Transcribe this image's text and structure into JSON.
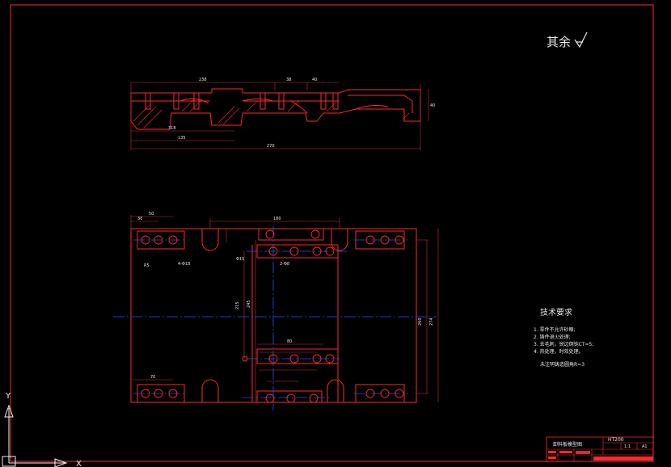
{
  "colors": {
    "background": "#000000",
    "outline": "#ff2a2a",
    "dimension": "#c83232",
    "centerline": "#2f4bff",
    "text": "#e8e8e8",
    "axis": "#f2f2f2"
  },
  "roughness_note": "其余",
  "side_view": {
    "dims": {
      "top_overall": "238",
      "top_mid_a": "38",
      "top_mid_b": "40",
      "bottom_inner": "318",
      "bottom_mid": "135",
      "bottom_total": "270",
      "right_height": "40"
    }
  },
  "plan_view": {
    "dims": {
      "top_left_a": "50",
      "top_left_b": "30",
      "top_center": "180",
      "right_height": "260",
      "right_total": "274",
      "left_height": "245",
      "left_inner": "215",
      "center_plate": "80",
      "bottom_left": "70"
    },
    "hole_notes": [
      "4-Φ18",
      "2-Φ8",
      "Φ15",
      "R5"
    ]
  },
  "tech_requirements": {
    "heading": "技术要求",
    "items": [
      "1. 零件不允许砂眼;",
      "2. 铸件退火处理;",
      "3. 去毛刺，锐边倒钝CT=5;",
      "4. 热处理，时效处理。"
    ],
    "note": "未注明铸造圆角R=3"
  },
  "title_block": {
    "drawing_name": "卸料板模型图",
    "material": "HT200",
    "scale": "1:1",
    "sheet": "A1"
  },
  "ucs": {
    "y_label": "Y",
    "x_label": "X"
  }
}
